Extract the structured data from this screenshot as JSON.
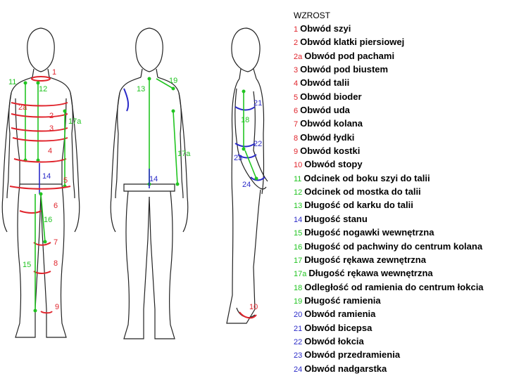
{
  "colors": {
    "red": "#e0242c",
    "green": "#21c421",
    "blue": "#2a2ac8",
    "outline": "#222222"
  },
  "legend": {
    "title": "WZROST",
    "items": [
      {
        "num": "1",
        "label": "Obwód szyi",
        "color": "red"
      },
      {
        "num": "2",
        "label": "Obwód klatki piersiowej",
        "color": "red"
      },
      {
        "num": "2a",
        "label": "Obwód pod pachami",
        "color": "red"
      },
      {
        "num": "3",
        "label": "Obwód pod biustem",
        "color": "red"
      },
      {
        "num": "4",
        "label": "Obwód talii",
        "color": "red"
      },
      {
        "num": "5",
        "label": "Obwód bioder",
        "color": "red"
      },
      {
        "num": "6",
        "label": "Obwód uda",
        "color": "red"
      },
      {
        "num": "7",
        "label": "Obwód kolana",
        "color": "red"
      },
      {
        "num": "8",
        "label": "Obwód łydki",
        "color": "red"
      },
      {
        "num": "9",
        "label": "Obwód kostki",
        "color": "red"
      },
      {
        "num": "10",
        "label": "Obwód stopy",
        "color": "red"
      },
      {
        "num": "11",
        "label": "Odcinek od boku szyi do talii",
        "color": "green"
      },
      {
        "num": "12",
        "label": "Odcinek od mostka do talii",
        "color": "green"
      },
      {
        "num": "13",
        "label": "Długość od karku do talii",
        "color": "green"
      },
      {
        "num": "14",
        "label": "Długość stanu",
        "color": "blue"
      },
      {
        "num": "15",
        "label": "Długość nogawki wewnętrzna",
        "color": "green"
      },
      {
        "num": "16",
        "label": "Długość od pachwiny do centrum kolana",
        "color": "green"
      },
      {
        "num": "17",
        "label": "Długość rękawa zewnętrzna",
        "color": "green"
      },
      {
        "num": "17a",
        "label": "Długość rękawa wewnętrzna",
        "color": "green"
      },
      {
        "num": "18",
        "label": "Odległość od ramienia do centrum łokcia",
        "color": "green"
      },
      {
        "num": "19",
        "label": "Długość ramienia",
        "color": "green"
      },
      {
        "num": "20",
        "label": "Obwód ramienia",
        "color": "blue"
      },
      {
        "num": "21",
        "label": "Obwód bicepsa",
        "color": "blue"
      },
      {
        "num": "22",
        "label": "Obwód łokcia",
        "color": "blue"
      },
      {
        "num": "23",
        "label": "Obwód przedramienia",
        "color": "blue"
      },
      {
        "num": "24",
        "label": "Obwód nadgarstka",
        "color": "blue"
      }
    ]
  },
  "figure_labels": {
    "front": {
      "l1": "1",
      "l11": "11",
      "l12": "12",
      "l2a": "2a",
      "l2": "2",
      "l17a": "17a",
      "l3": "3",
      "l4": "4",
      "l14": "14",
      "l5": "5",
      "l6": "6",
      "l16": "16",
      "l7": "7",
      "l15": "15",
      "l8": "8",
      "l9": "9"
    },
    "back": {
      "l13": "13",
      "l19": "19",
      "l17a": "17a",
      "l14": "14"
    },
    "side": {
      "l21": "21",
      "l18": "18",
      "l22": "22",
      "l23": "23",
      "l24": "24",
      "l10": "10"
    }
  }
}
